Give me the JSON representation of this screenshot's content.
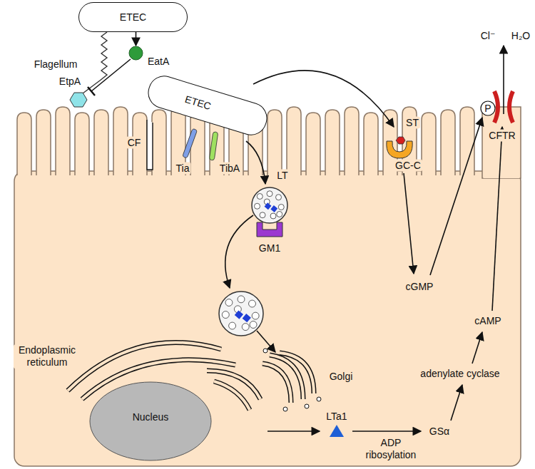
{
  "diagram": {
    "nodes": [
      {
        "text": [
          "ETEC"
        ]
      },
      {
        "text": [
          "ETEC"
        ]
      },
      {
        "text": [
          "EatA"
        ]
      },
      {
        "text": [
          "Nucleus"
        ]
      }
    ],
    "edges": [
      {
        "from": 0,
        "to": 2,
        "arrow": "to"
      }
    ],
    "labels": [
      "Flagellum",
      "EtpA",
      "CF",
      "Tia",
      "TibA",
      "LT",
      "GM1",
      "ST",
      "GC-C",
      "cGMP",
      "P",
      "CFTR",
      "Cl⁻",
      "H₂O",
      "Endoplasmic reticulum",
      "Golgi",
      "LTa1",
      "ADP ribosylation",
      "GSα",
      "adenylate cyclase",
      "cAMP"
    ]
  }
}
